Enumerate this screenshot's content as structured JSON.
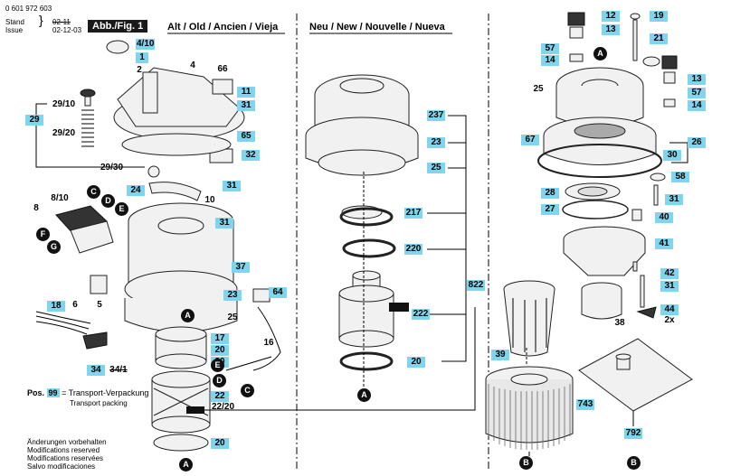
{
  "doc_number": "0 601 972 603",
  "stand_issue": {
    "label1": "Stand",
    "label2": "Issue",
    "val1": "02-11",
    "val2": "02-12-03"
  },
  "fig_label": "Abb./Fig. 1",
  "header_old": "Alt / Old / Ancien / Vieja",
  "header_new": "Neu / New / Nouvelle / Nueva",
  "pos_note": {
    "prefix": "Pos.",
    "number": "99",
    "line1": "= Transport-Verpackung",
    "line2": "Transport packing"
  },
  "modifications": [
    "Änderungen vorbehalten",
    "Modifications reserved",
    "Modifications reservées",
    "Salvo modificaciones"
  ],
  "labels": {
    "l_410": "4/10",
    "l_1": "1",
    "l_2": "2",
    "l_4": "4",
    "l_66": "66",
    "l_11": "11",
    "l_31a": "31",
    "l_2910": "29/10",
    "l_29": "29",
    "l_2920": "29/20",
    "l_65": "65",
    "l_2930": "29/30",
    "l_32": "32",
    "l_24": "24",
    "l_31b": "31",
    "l_10": "10",
    "l_810": "8/10",
    "l_8": "8",
    "l_31c": "31",
    "l_37": "37",
    "l_5": "5",
    "l_6": "6",
    "l_18": "18",
    "l_23a": "23",
    "l_64": "64",
    "l_25a": "25",
    "l_16": "16",
    "l_17": "17",
    "l_20a": "20",
    "l_20b": "20",
    "l_22": "22",
    "l_2220": "22/20",
    "l_20c": "20",
    "l_34": "34",
    "l_341": "34/1",
    "l_237": "237",
    "l_23b": "23",
    "l_25b": "25",
    "l_217": "217",
    "l_220": "220",
    "l_822": "822",
    "l_222": "222",
    "l_20d": "20",
    "l_12a": "12",
    "l_13a": "13",
    "l_19": "19",
    "l_21": "21",
    "l_57a": "57",
    "l_14a": "14",
    "l_13b": "13",
    "l_57b": "57",
    "l_14b": "14",
    "l_25c": "25",
    "l_67": "67",
    "l_26": "26",
    "l_30": "30",
    "l_58": "58",
    "l_28": "28",
    "l_31d": "31",
    "l_27": "27",
    "l_40": "40",
    "l_41": "41",
    "l_42": "42",
    "l_31e": "31",
    "l_44": "44",
    "l_2x": "2x",
    "l_38": "38",
    "l_39": "39",
    "l_743": "743",
    "l_792": "792"
  },
  "circles": {
    "A": "A",
    "B": "B",
    "C": "C",
    "D": "D",
    "E": "E",
    "F": "F",
    "G": "G"
  }
}
